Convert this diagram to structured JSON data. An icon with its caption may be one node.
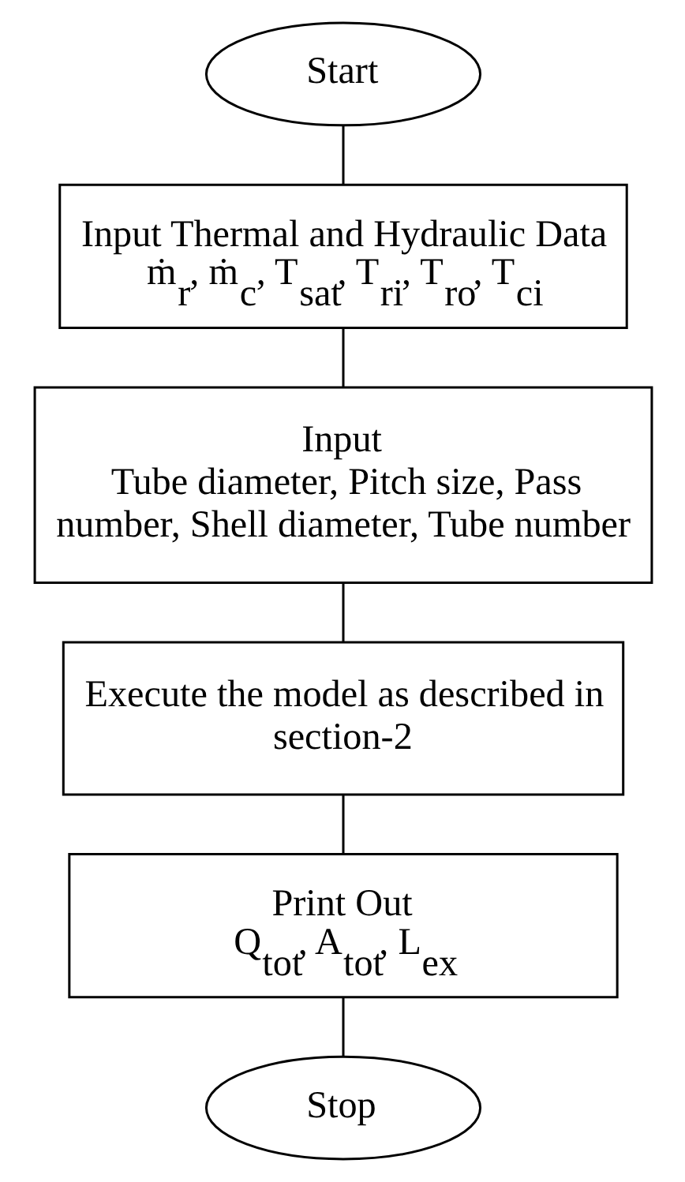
{
  "diagram": {
    "nodes": [
      {
        "text": [
          "Start"
        ]
      },
      {
        "text": [
          "Input Thermal and Hydraulic Data",
          "ṁ$_{r}$, ṁ$_{c}$, T$_{sat}$, T$_{ri}$, T$_{ro}$, T$_{ci}$"
        ]
      },
      {
        "text": [
          "Input",
          "Tube diameter, Pitch size, Pass number, Shell diameter, Tube number"
        ]
      },
      {
        "text": [
          "Execute the model as described in section-2"
        ]
      },
      {
        "text": [
          "Print Out",
          "Q$_{tot}$, A$_{tot}$, L$_{ex}$"
        ]
      },
      {
        "text": [
          "Stop"
        ]
      }
    ],
    "edges": [
      {
        "from": 0,
        "to": 1,
        "arrow": "none"
      },
      {
        "from": 1,
        "to": 2,
        "arrow": "none"
      },
      {
        "from": 2,
        "to": 3,
        "arrow": "none"
      },
      {
        "from": 3,
        "to": 4,
        "arrow": "none"
      },
      {
        "from": 4,
        "to": 5,
        "arrow": "none"
      }
    ]
  }
}
